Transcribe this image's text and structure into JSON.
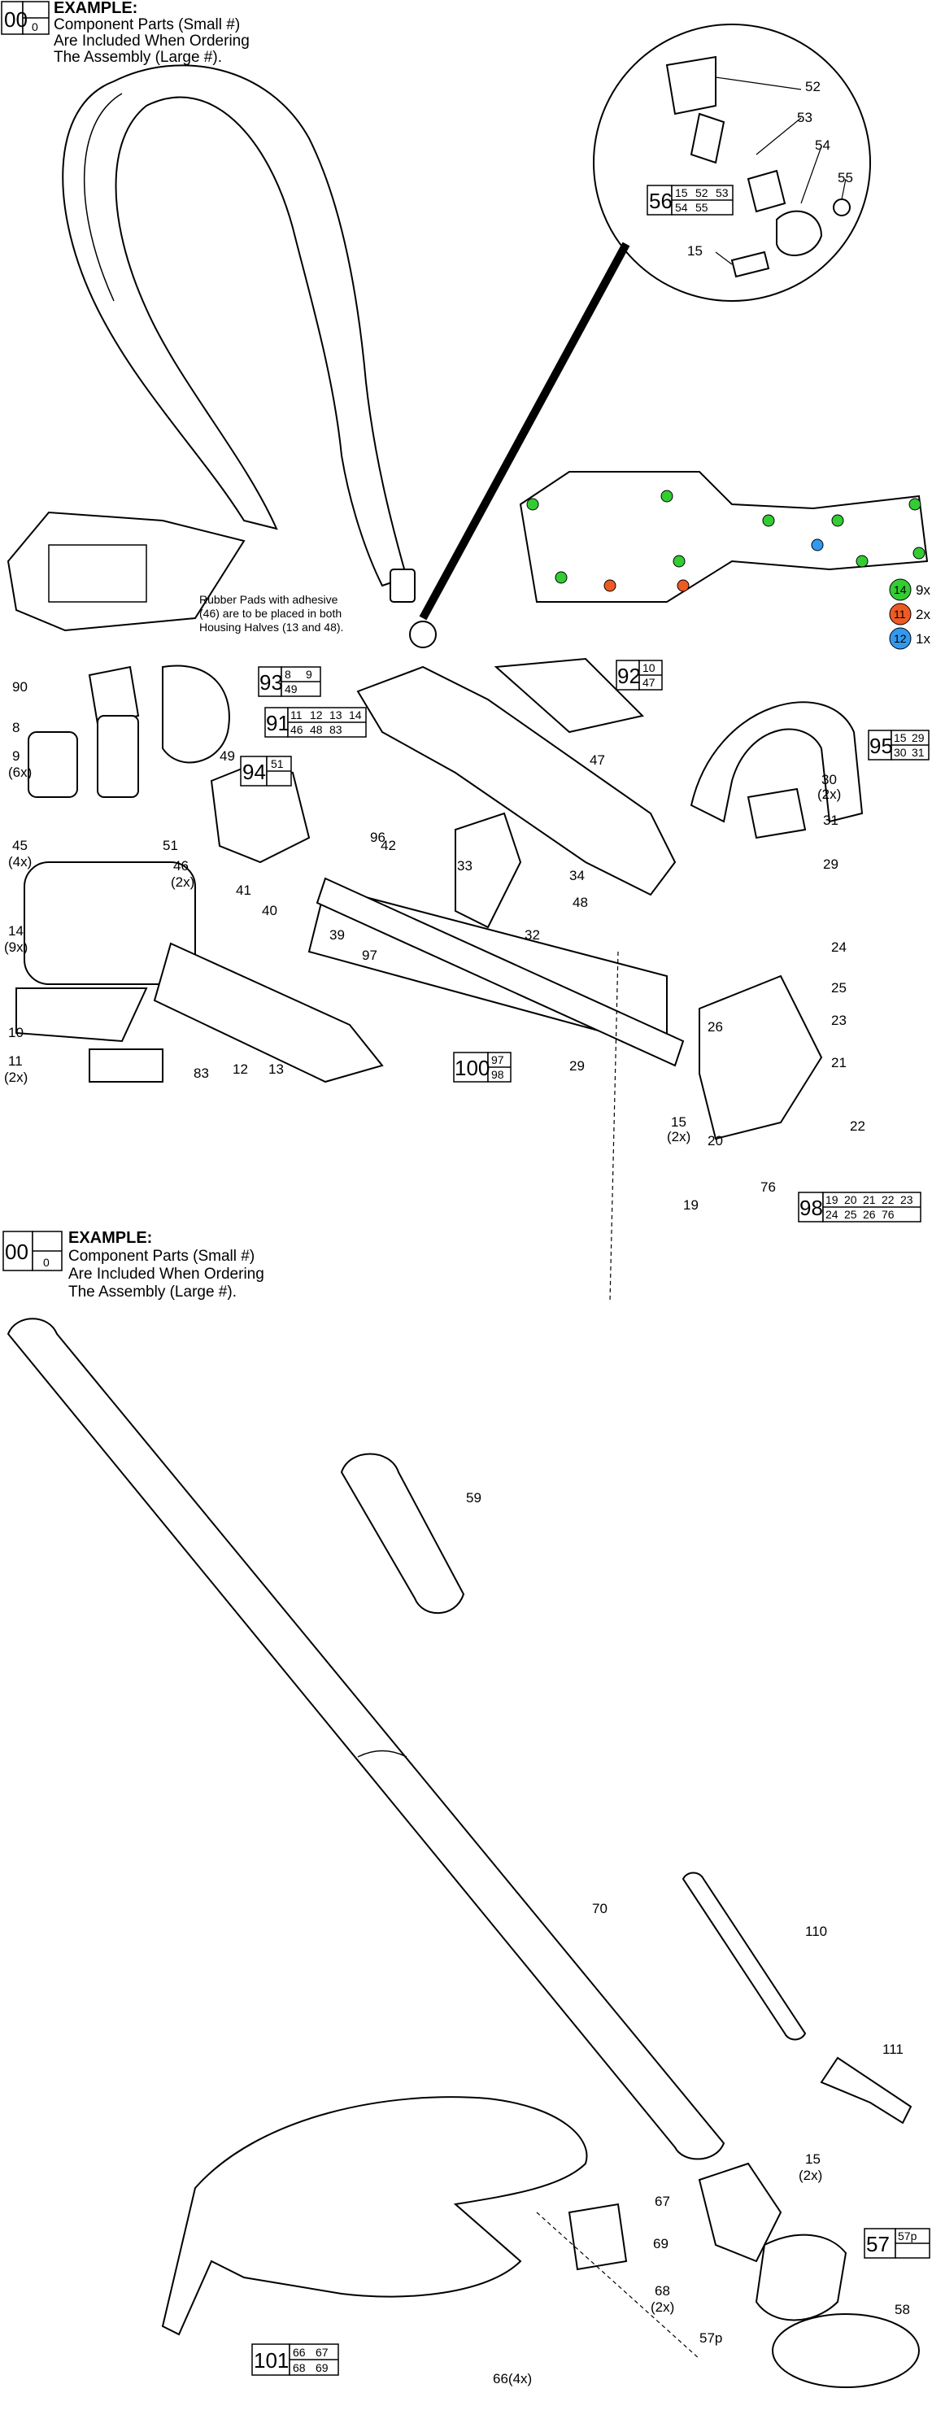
{
  "example_top": {
    "big": "00",
    "small": "0",
    "title": "EXAMPLE:",
    "line1": "Component Parts (Small #)",
    "line2": "Are Included When Ordering",
    "line3": "The Assembly (Large #)."
  },
  "example_bottom": {
    "big": "00",
    "small": "0",
    "title": "EXAMPLE:",
    "line1": "Component Parts (Small #)",
    "line2": "Are Included When Ordering",
    "line3": "The Assembly (Large #)."
  },
  "note": {
    "line1": "Rubber Pads with adhesive",
    "line2": "(46) are to be placed in both",
    "line3": "Housing Halves (13 and 48)."
  },
  "legend": [
    {
      "num": "14",
      "count": "9x",
      "color": "#33cc33"
    },
    {
      "num": "11",
      "count": "2x",
      "color": "#ee5a24"
    },
    {
      "num": "12",
      "count": "1x",
      "color": "#3399ee"
    }
  ],
  "labels": {
    "p52": "52",
    "p53": "53",
    "p54": "54",
    "p55": "55",
    "p15a": "15",
    "p90": "90",
    "p8": "8",
    "p9": "9",
    "p9q": "(6x)",
    "p45": "45",
    "p45q": "(4x)",
    "p49": "49",
    "p51": "51",
    "p46": "46",
    "p46q": "(2x)",
    "p41": "41",
    "p40": "40",
    "p42": "42",
    "p39": "39",
    "p97": "97",
    "p14": "14",
    "p14q": "(9x)",
    "p10": "10",
    "p11": "11",
    "p11q": "(2x)",
    "p83": "83",
    "p12": "12",
    "p13": "13",
    "p96": "96",
    "p33": "33",
    "p34": "34",
    "p48": "48",
    "p32": "32",
    "p47": "47",
    "p30": "30",
    "p30q": "(2x)",
    "p31": "31",
    "p29a": "29",
    "p24": "24",
    "p25": "25",
    "p23": "23",
    "p26": "26",
    "p21": "21",
    "p22": "22",
    "p29b": "29",
    "p15b": "15",
    "p15bq": "(2x)",
    "p20": "20",
    "p76": "76",
    "p19": "19",
    "p59": "59",
    "p70": "70",
    "p110": "110",
    "p111": "111",
    "p15c": "15",
    "p15cq": "(2x)",
    "p67": "67",
    "p69": "69",
    "p68": "68",
    "p68q": "(2x)",
    "p57p": "57p",
    "p58": "58",
    "p66": "66(4x)"
  },
  "assemblies": {
    "a56": {
      "big": "56",
      "r1": [
        "15",
        "52",
        "53"
      ],
      "r2": [
        "54",
        "55"
      ]
    },
    "a93": {
      "big": "93",
      "r1": [
        "8",
        "9"
      ],
      "r2": [
        "49"
      ]
    },
    "a92": {
      "big": "92",
      "r1": [
        "10"
      ],
      "r2": [
        "47"
      ]
    },
    "a91": {
      "big": "91",
      "r1": [
        "11",
        "12",
        "13",
        "14"
      ],
      "r2": [
        "46",
        "48",
        "83"
      ]
    },
    "a94": {
      "big": "94",
      "r1": [
        "51"
      ],
      "r2": [
        ""
      ]
    },
    "a95": {
      "big": "95",
      "r1": [
        "15",
        "29"
      ],
      "r2": [
        "30",
        "31"
      ]
    },
    "a100": {
      "big": "100",
      "r1": [
        "97"
      ],
      "r2": [
        "98"
      ]
    },
    "a98": {
      "big": "98",
      "r1": [
        "19",
        "20",
        "21",
        "22",
        "23"
      ],
      "r2": [
        "24",
        "25",
        "26",
        "76"
      ]
    },
    "a57": {
      "big": "57",
      "r1": [
        "57p"
      ],
      "r2": []
    },
    "a101": {
      "big": "101",
      "r1": [
        "66",
        "67"
      ],
      "r2": [
        "68",
        "69"
      ]
    }
  }
}
